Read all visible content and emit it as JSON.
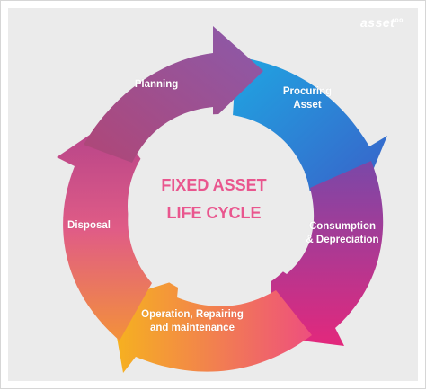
{
  "brand": {
    "name": "asset",
    "mark": "oo"
  },
  "title": {
    "line1": "FIXED ASSET",
    "line2": "LIFE CYCLE"
  },
  "stages": [
    {
      "id": "planning",
      "label": "Planning"
    },
    {
      "id": "procuring",
      "label": "Procuring Asset"
    },
    {
      "id": "consumption",
      "label": "Consumption & Depreciation"
    },
    {
      "id": "operation",
      "label": "Operation, Repairing and maintenance"
    },
    {
      "id": "disposal",
      "label": "Disposal"
    }
  ],
  "colors": {
    "planning": [
      "#a8467a",
      "#8a5aab"
    ],
    "procuring": [
      "#3b78d3",
      "#1fa3e0"
    ],
    "consumption": [
      "#9b3fa0",
      "#e0287a"
    ],
    "operation": [
      "#f2a32a",
      "#f05a72"
    ],
    "disposal": [
      "#c84986",
      "#e86a8a"
    ],
    "title": "#e9568e"
  }
}
